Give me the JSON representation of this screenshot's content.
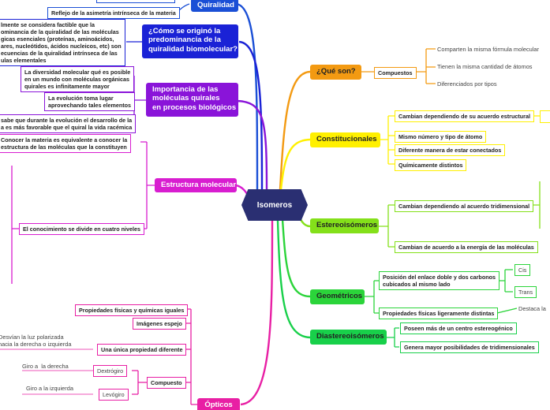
{
  "center": "Isomeros",
  "left": {
    "quiralidad": {
      "title": "Quiralidad",
      "child_text": "Reflejo de la asimetría intrínseca de la materia"
    },
    "origen": {
      "title": "¿Cómo se originó la\npredominancia de la\nquiralidad biomolecular?",
      "child_text": "lmente se considera factible que la\nominancia de la quiralidad de las moléculas\ngicas esenciales (proteínas, aminoácidos,\nares, nucleótidos, ácidos nucleicos, etc) son\necuencias de la quiralidad intrínseca de las\nulas elementales"
    },
    "importancia": {
      "title": "Importancia de las\nmoléculas quirales\nen procesos biológicos",
      "children": [
        "La diversidad molecular qué es posible\nen un mundo con moléculas orgánicas\nquirales es infinitamente mayor",
        "La evolución toma lugar\naprovechando tales elementos",
        "sabe que durante la evolución el desarrollo de la\na es más favorable que el quiral la vida racémica"
      ]
    },
    "estructura": {
      "title": "Estructura molecular",
      "children": [
        "Conocer la materia es equivalente a conocer la\nestructura de las moléculas que la constituyen",
        "El conocimiento se divide en cuatro niveles"
      ]
    },
    "opticos": {
      "title": "Ópticos",
      "children": [
        "Propiedades físicas y químicas iguales",
        "Imágenes espejo",
        "Una única propiedad diferente",
        "Compuesto"
      ],
      "desvian": "Desvían la luz polarizada\nhacia la derecha o izquierda",
      "dextrogiro": "Dextrógiro",
      "dextrogiro_note": "Giro a  la derecha",
      "levogiro": "Levógiro",
      "levogiro_note": "Giro a la izquierda"
    }
  },
  "right": {
    "que_son": {
      "title": "¿Qué son?",
      "compuestos": "Compuestos",
      "items": [
        "Comparten la misma fórmula molecular",
        "Tienen la misma cantidad de átomos",
        "Diferenciados por tipos"
      ]
    },
    "constitucionales": {
      "title": "Constitucionales",
      "children": [
        "Cambian dependiendo de su acuerdo estructural",
        "Mismo número y tipo de átomo",
        "Diferente manera de estar conectados",
        "Químicamente distintos"
      ]
    },
    "estereoisomeros": {
      "title": "Estereoisómeros",
      "children": [
        "Cambian dependiendo al acuerdo tridimensional",
        "Cambian de acuerdo a la energía de las moléculas"
      ]
    },
    "geometricos": {
      "title": "Geométricos",
      "children": [
        "Posición del enlace doble y dos carbonos\ncubicados al mismo lado",
        "Propiedades físicas ligeramente distintas"
      ],
      "cis": "Cis",
      "trans": "Trans",
      "destaca": "Destaca la"
    },
    "diastereoisomeros": {
      "title": "Diastereoisómeros",
      "children": [
        "Poseen más de un centro estereogénico",
        "Genera mayor posibilidades de tridimensionales"
      ]
    }
  },
  "colors": {
    "center": "#2a2f72",
    "quiralidad": "#1a4fd6",
    "origen": "#1a22d6",
    "importancia": "#8a14d9",
    "estructura": "#d81dd0",
    "opticos": "#e81fa4",
    "que_son": "#f39a12",
    "constitucionales": "#fff000",
    "estereoisomeros": "#84e01a",
    "geometricos": "#2bd43a",
    "diastereoisomeros": "#18d04a"
  }
}
